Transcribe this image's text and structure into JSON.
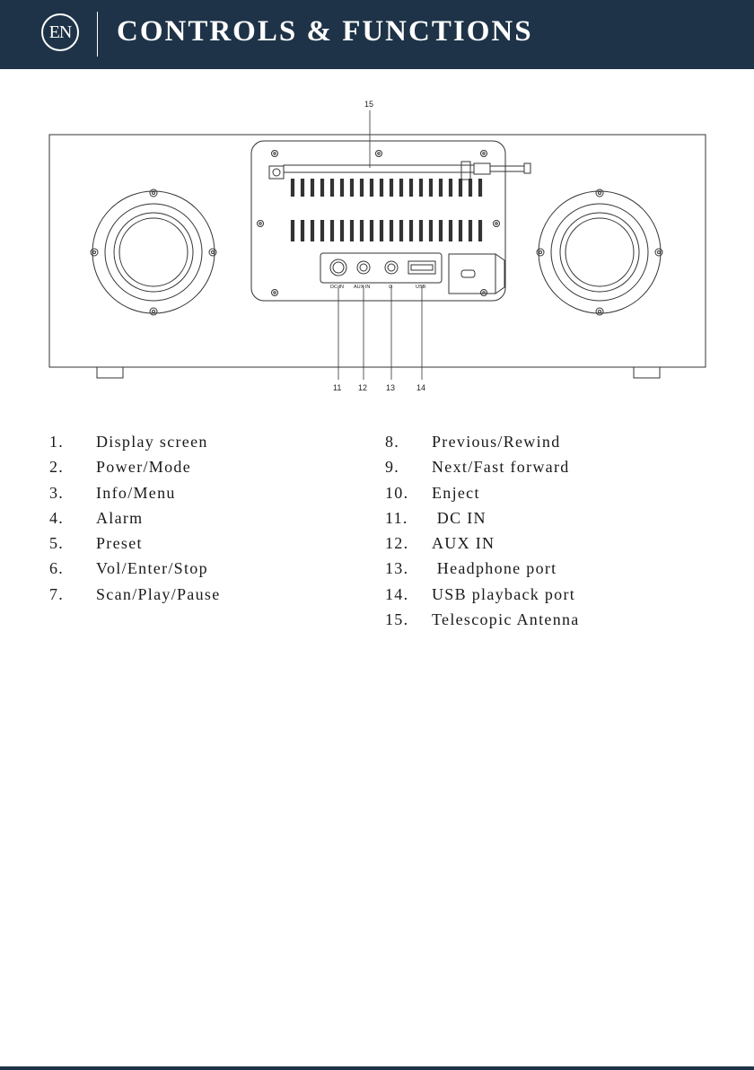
{
  "header": {
    "lang_badge": "EN",
    "title": "CONTROLS & FUNCTIONS"
  },
  "diagram": {
    "callouts": [
      "11",
      "12",
      "13",
      "14",
      "15"
    ],
    "port_labels": [
      "DC IN",
      "AUX IN",
      "Ω",
      "USB"
    ]
  },
  "legend": {
    "left": [
      {
        "num": "1.",
        "text": "Display screen"
      },
      {
        "num": "2.",
        "text": "Power/Mode"
      },
      {
        "num": "3.",
        "text": "Info/Menu"
      },
      {
        "num": "4.",
        "text": "Alarm"
      },
      {
        "num": "5.",
        "text": "Preset"
      },
      {
        "num": "6.",
        "text": "Vol/Enter/Stop"
      },
      {
        "num": "7.",
        "text": "Scan/Play/Pause"
      }
    ],
    "right": [
      {
        "num": "8.",
        "text": "Previous/Rewind"
      },
      {
        "num": "9.",
        "text": "Next/Fast forward"
      },
      {
        "num": "10.",
        "text": "Enject"
      },
      {
        "num": "11.",
        "text": " DC IN"
      },
      {
        "num": "12.",
        "text": "AUX IN"
      },
      {
        "num": "13.",
        "text": " Headphone port"
      },
      {
        "num": "14.",
        "text": "USB playback port"
      },
      {
        "num": "15.",
        "text": "Telescopic Antenna"
      }
    ]
  },
  "colors": {
    "header_bg": "#1e3347",
    "header_text": "#ffffff"
  }
}
